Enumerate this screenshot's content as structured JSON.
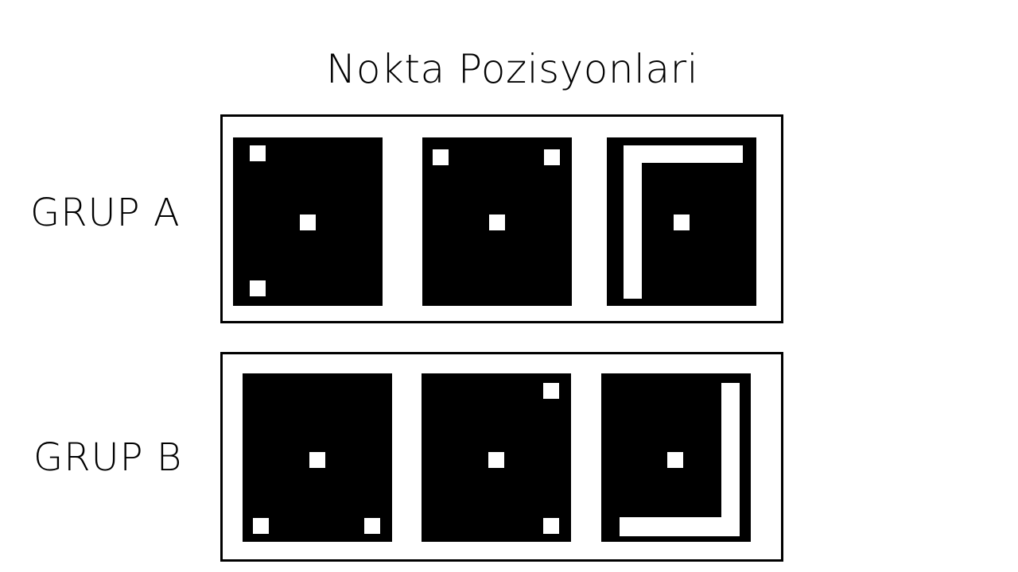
{
  "title": "Nokta Pozisyonlari",
  "colors": {
    "background": "#ffffff",
    "panel": "#000000",
    "mark": "#ffffff"
  },
  "groups": [
    {
      "label": "GRUP A",
      "panels": [
        {
          "marks": [
            "top-left-dot",
            "center-dot",
            "bottom-left-dot"
          ]
        },
        {
          "marks": [
            "top-left-dot",
            "top-right-dot",
            "center-dot"
          ]
        },
        {
          "marks": [
            "top-bar",
            "left-bar",
            "center-dot"
          ]
        }
      ]
    },
    {
      "label": "GRUP B",
      "panels": [
        {
          "marks": [
            "center-dot",
            "bottom-left-dot",
            "bottom-right-dot"
          ]
        },
        {
          "marks": [
            "top-right-dot",
            "center-dot",
            "bottom-right-dot"
          ]
        },
        {
          "marks": [
            "right-bar",
            "bottom-bar",
            "center-dot"
          ]
        }
      ]
    }
  ]
}
